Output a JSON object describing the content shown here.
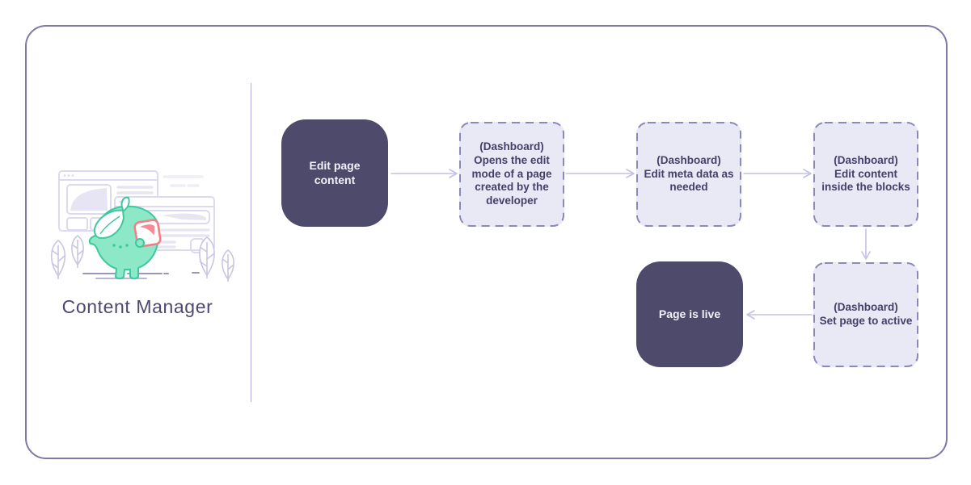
{
  "sidebar": {
    "title": "Content Manager",
    "illustration": "mascot-holding-image-card-in-front-of-browser-windows"
  },
  "flow": {
    "nodes": [
      {
        "id": "edit-page-content",
        "style": "solid",
        "context": "",
        "label": "Edit page content"
      },
      {
        "id": "open-edit-mode",
        "style": "dashed",
        "context": "(Dashboard)",
        "label": "Opens the edit mode of a page created by the developer"
      },
      {
        "id": "edit-meta-data",
        "style": "dashed",
        "context": "(Dashboard)",
        "label": "Edit meta data as needed"
      },
      {
        "id": "edit-content-blocks",
        "style": "dashed",
        "context": "(Dashboard)",
        "label": "Edit content inside the blocks"
      },
      {
        "id": "set-page-active",
        "style": "dashed",
        "context": "(Dashboard)",
        "label": "Set page to active"
      },
      {
        "id": "page-is-live",
        "style": "solid",
        "context": "",
        "label": "Page is live"
      }
    ],
    "edges": [
      {
        "from": "edit-page-content",
        "to": "open-edit-mode",
        "direction": "right"
      },
      {
        "from": "open-edit-mode",
        "to": "edit-meta-data",
        "direction": "right"
      },
      {
        "from": "edit-meta-data",
        "to": "edit-content-blocks",
        "direction": "right"
      },
      {
        "from": "edit-content-blocks",
        "to": "set-page-active",
        "direction": "down"
      },
      {
        "from": "set-page-active",
        "to": "page-is-live",
        "direction": "left"
      }
    ]
  },
  "colors": {
    "card_border": "#7e7aa6",
    "divider": "#aeabd0",
    "solid_node_bg": "#4e4a6b",
    "solid_node_text": "#f2f1f8",
    "dashed_node_bg": "#e9e8f5",
    "dashed_node_border": "#8c88bb",
    "dashed_node_text": "#44406a",
    "arrow": "#c5c2e4",
    "title_text": "#4c4870",
    "mascot_fill": "#8ce8c7",
    "mascot_stroke": "#3cc9a0",
    "accent_card": "#f2808a",
    "window_stroke": "#dcdaf0"
  }
}
